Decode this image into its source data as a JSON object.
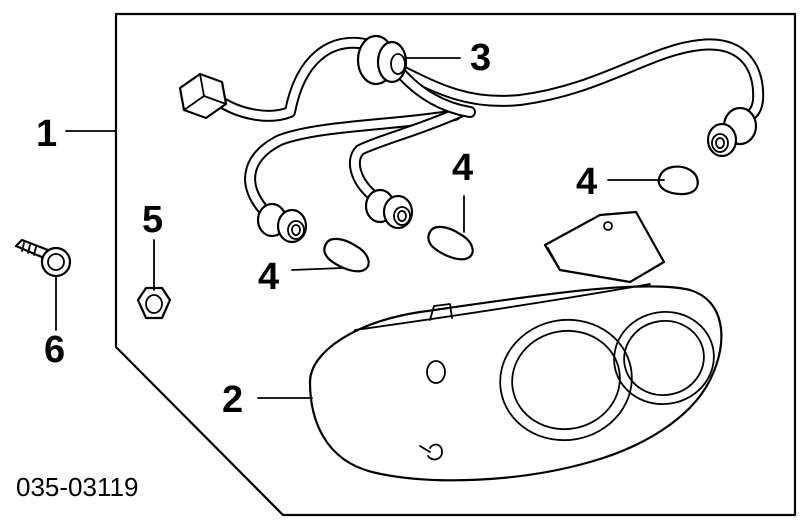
{
  "diagram": {
    "part_number": "035-03119",
    "callouts": {
      "assembly": "1",
      "lens_housing": "2",
      "wiring_harness": "3",
      "bulb": "4",
      "nut": "5",
      "screw": "6"
    }
  }
}
